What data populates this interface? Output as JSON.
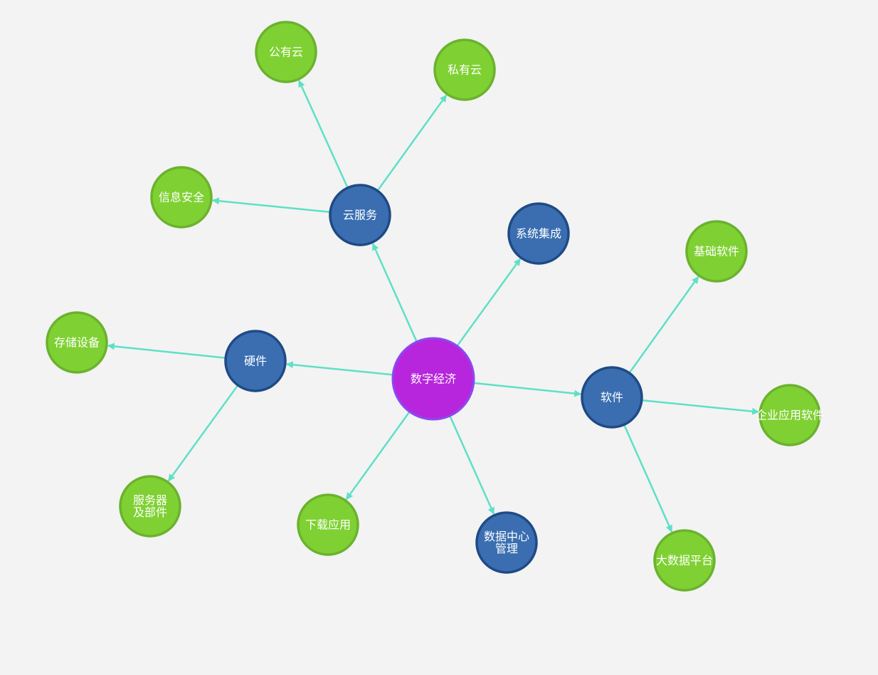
{
  "graph": {
    "colors": {
      "edge": "#5ee0c6",
      "root_fill": "#b726dc",
      "root_stroke": "#8a4af0",
      "category_fill": "#3a6eb0",
      "category_stroke": "#1f4a85",
      "leaf_fill": "#7fd133",
      "leaf_stroke": "#6bb22e"
    },
    "nodes": [
      {
        "id": "root",
        "label": "数字经济",
        "lines": [
          "数字经济"
        ],
        "type": "root"
      },
      {
        "id": "cloud",
        "label": "云服务",
        "lines": [
          "云服务"
        ],
        "type": "category"
      },
      {
        "id": "hardware",
        "label": "硬件",
        "lines": [
          "硬件"
        ],
        "type": "category"
      },
      {
        "id": "software",
        "label": "软件",
        "lines": [
          "软件"
        ],
        "type": "category"
      },
      {
        "id": "integration",
        "label": "系统集成",
        "lines": [
          "系统集成"
        ],
        "type": "category"
      },
      {
        "id": "datacenter",
        "label": "数据中心管理",
        "lines": [
          "数据中心",
          "管理"
        ],
        "type": "category"
      },
      {
        "id": "download",
        "label": "下载应用",
        "lines": [
          "下载应用"
        ],
        "type": "leaf"
      },
      {
        "id": "public-cloud",
        "label": "公有云",
        "lines": [
          "公有云"
        ],
        "type": "leaf"
      },
      {
        "id": "private-cloud",
        "label": "私有云",
        "lines": [
          "私有云"
        ],
        "type": "leaf"
      },
      {
        "id": "info-security",
        "label": "信息安全",
        "lines": [
          "信息安全"
        ],
        "type": "leaf"
      },
      {
        "id": "storage",
        "label": "存储设备",
        "lines": [
          "存储设备"
        ],
        "type": "leaf"
      },
      {
        "id": "server",
        "label": "服务器及部件",
        "lines": [
          "服务器",
          "及部件"
        ],
        "type": "leaf"
      },
      {
        "id": "base-software",
        "label": "基础软件",
        "lines": [
          "基础软件"
        ],
        "type": "leaf"
      },
      {
        "id": "enterprise-software",
        "label": "企业应用软件",
        "lines": [
          "企业应用软件"
        ],
        "type": "leaf"
      },
      {
        "id": "bigdata",
        "label": "大数据平台",
        "lines": [
          "大数据平台"
        ],
        "type": "leaf"
      }
    ],
    "edges": [
      {
        "from": "root",
        "to": "cloud"
      },
      {
        "from": "root",
        "to": "integration"
      },
      {
        "from": "root",
        "to": "hardware"
      },
      {
        "from": "root",
        "to": "software"
      },
      {
        "from": "root",
        "to": "download"
      },
      {
        "from": "root",
        "to": "datacenter"
      },
      {
        "from": "cloud",
        "to": "public-cloud"
      },
      {
        "from": "cloud",
        "to": "private-cloud"
      },
      {
        "from": "cloud",
        "to": "info-security"
      },
      {
        "from": "hardware",
        "to": "storage"
      },
      {
        "from": "hardware",
        "to": "server"
      },
      {
        "from": "software",
        "to": "base-software"
      },
      {
        "from": "software",
        "to": "enterprise-software"
      },
      {
        "from": "software",
        "to": "bigdata"
      }
    ]
  }
}
